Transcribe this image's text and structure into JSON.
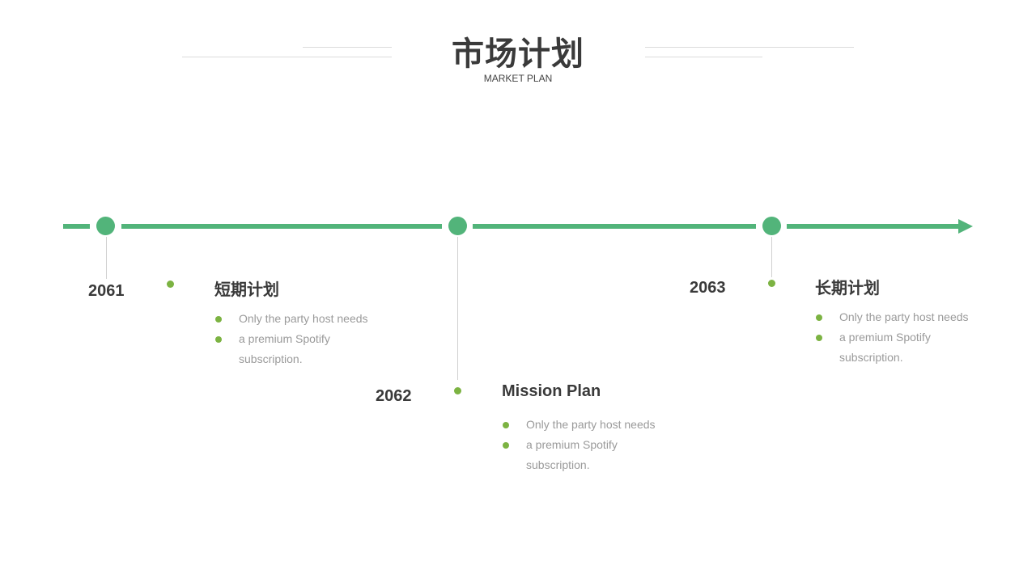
{
  "header": {
    "title": "市场计划",
    "subtitle": "MARKET PLAN"
  },
  "colors": {
    "timeline": "#52b47a",
    "dot": "#7cb342"
  },
  "milestones": [
    {
      "year": "2061",
      "title": "短期计划",
      "lines": [
        "Only the party host needs",
        "a premium Spotify",
        "subscription."
      ]
    },
    {
      "year": "2062",
      "title": "Mission Plan",
      "lines": [
        "Only the party host needs",
        "a premium Spotify",
        "subscription."
      ]
    },
    {
      "year": "2063",
      "title": "长期计划",
      "lines": [
        "Only the party host needs",
        "a premium Spotify",
        "subscription."
      ]
    }
  ]
}
